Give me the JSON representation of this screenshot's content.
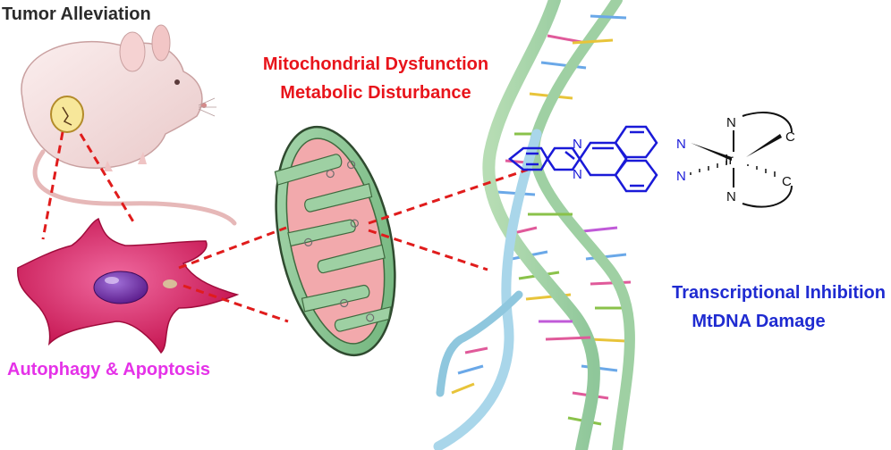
{
  "labels": {
    "tumor": "Tumor Alleviation",
    "mito_line1": "Mitochondrial Dysfunction",
    "mito_line2": "Metabolic Disturbance",
    "autophagy": "Autophagy & Apoptosis",
    "transcription_line1": "Transcriptional Inhibition",
    "transcription_line2": "MtDNA Damage"
  },
  "complex": {
    "n_atoms": [
      "N",
      "N",
      "N",
      "N"
    ],
    "ligand_n_top": "N",
    "ligand_n_bottom": "N",
    "metal": "Ir",
    "c_top": "C",
    "c_bottom": "C"
  },
  "colors": {
    "tumor_text": "#2b2b2b",
    "mito_text": "#e8141b",
    "autophagy_text": "#e532e8",
    "transcription_text": "#1f2bd1",
    "complex_color": "#1a1ad8",
    "connector": "#e01c1c"
  }
}
